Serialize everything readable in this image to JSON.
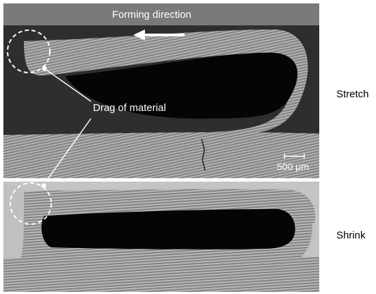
{
  "figure": {
    "forming_direction_label": "Forming direction",
    "drag_label": "Drag of material",
    "scale_bar_label": "500 μm",
    "stretch_label": "Stretch",
    "shrink_label": "Shrink"
  },
  "icons": {
    "arrow": "left-arrow-icon",
    "highlight": "dashed-circle-icon"
  },
  "colors": {
    "top_background": "#3a3a3a",
    "header_band": "#7a7a7a",
    "bottom_background": "#bdbdbd",
    "metal": "#9a9a9a",
    "cavity": "#050505",
    "annotation": "#ffffff"
  }
}
